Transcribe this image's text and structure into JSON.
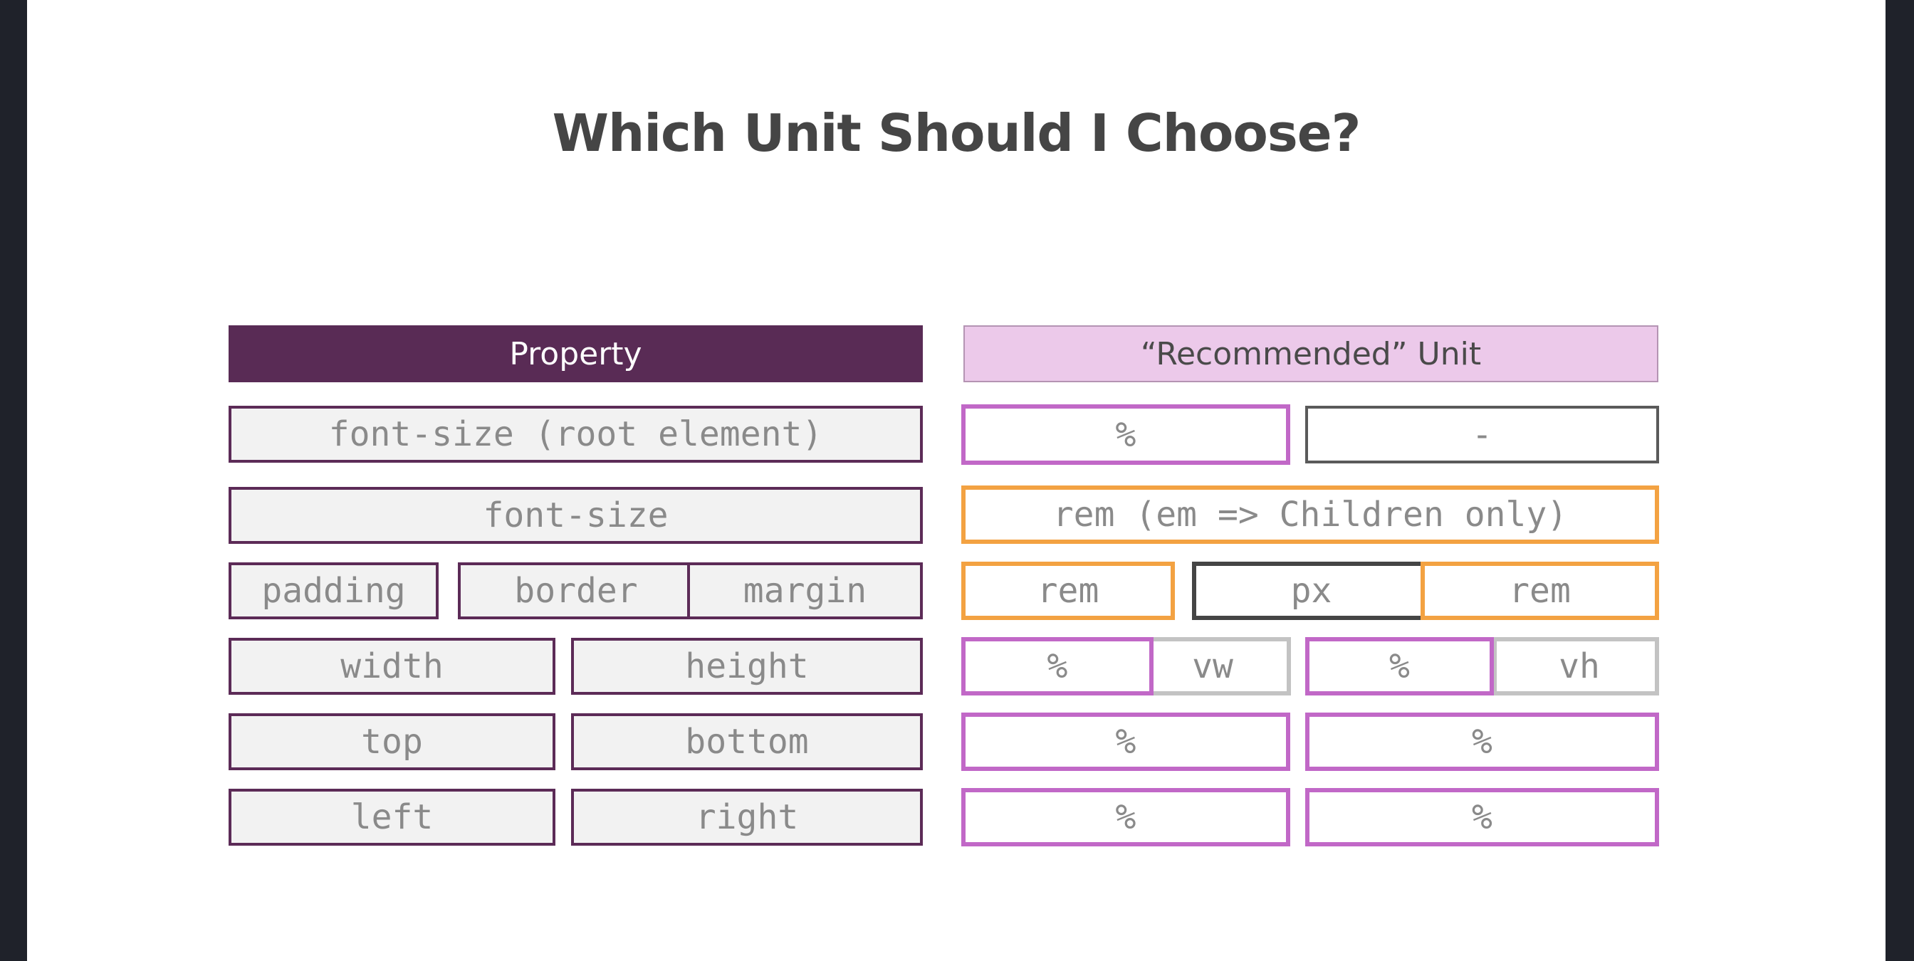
{
  "title": "Which Unit Should I Choose?",
  "headers": {
    "property": "Property",
    "unit": "“Recommended” Unit"
  },
  "properties": {
    "font_size_root": "font-size (root element)",
    "font_size": "font-size",
    "padding": "padding",
    "border": "border",
    "margin": "margin",
    "width": "width",
    "height": "height",
    "top": "top",
    "bottom": "bottom",
    "left": "left",
    "right": "right"
  },
  "units": {
    "font_size_root_a": "%",
    "font_size_root_b": "-",
    "font_size": "rem (em => Children only)",
    "padding": "rem",
    "border": "px",
    "margin": "rem",
    "width_pct": "%",
    "width_vw": "vw",
    "height_pct": "%",
    "height_vh": "vh",
    "top": "%",
    "bottom": "%",
    "left": "%",
    "right": "%"
  },
  "colors": {
    "header_property": "#592b55",
    "header_unit": "#ecc9ea",
    "purple_border": "#c168c7",
    "orange_border": "#f3a242",
    "gray_border": "#c3c3c3",
    "dark_border": "#454545"
  }
}
